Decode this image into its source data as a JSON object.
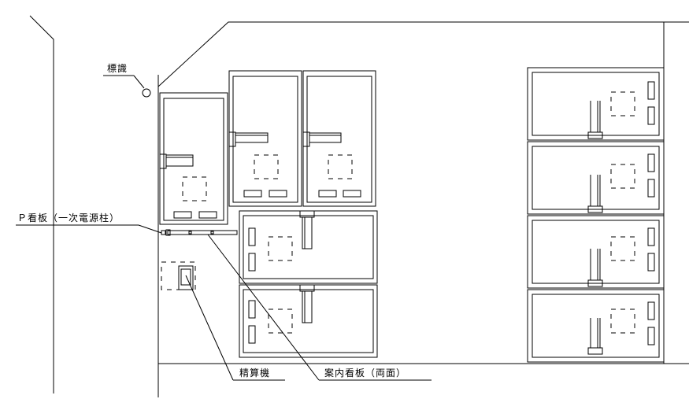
{
  "labels": {
    "sign": "標識",
    "p_sign": "Ｐ看板（一次電源柱）",
    "payment_machine": "精算機",
    "info_board": "案内看板（両面）"
  },
  "colors": {
    "line": "#000000",
    "thin_line": "#333333",
    "car_fill": "#ffffff"
  }
}
